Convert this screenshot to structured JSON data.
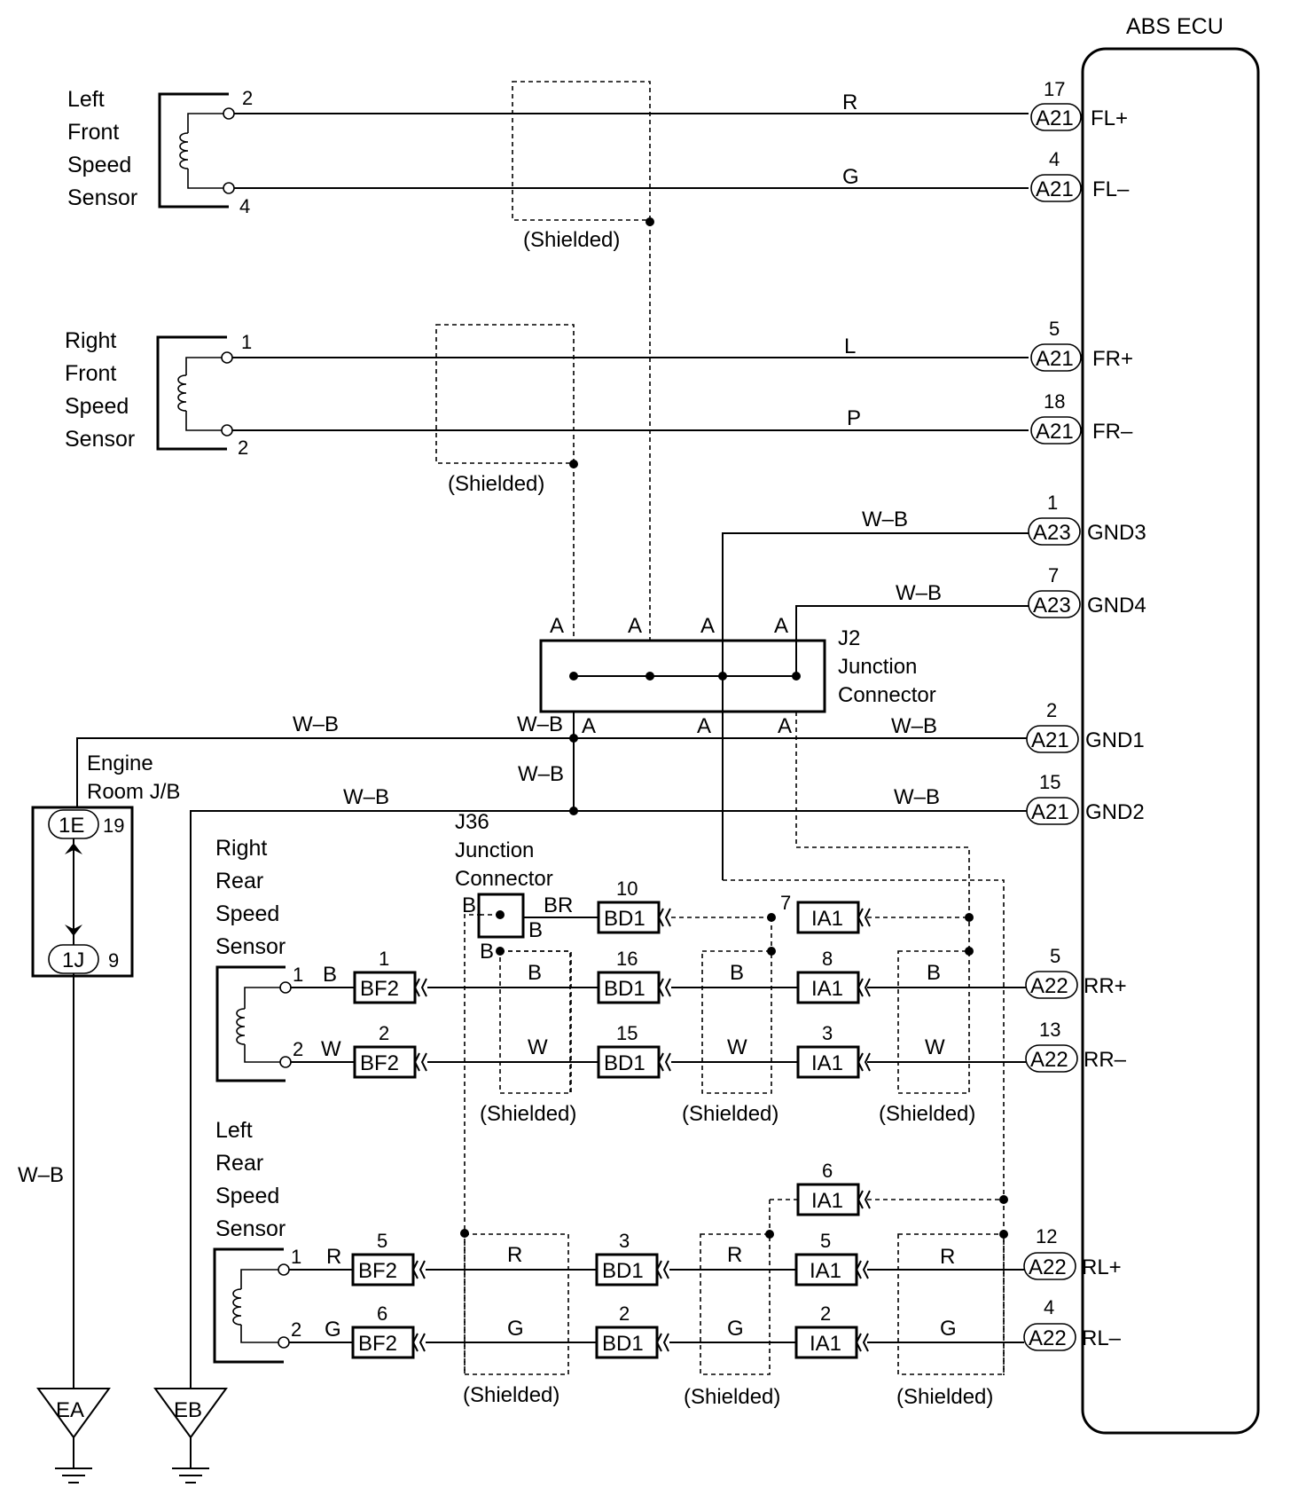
{
  "ecu": {
    "title": "ABS ECU"
  },
  "sensors": {
    "left_front": [
      "Left",
      "Front",
      "Speed",
      "Sensor"
    ],
    "right_front": [
      "Right",
      "Front",
      "Speed",
      "Sensor"
    ],
    "right_rear": [
      "Right",
      "Rear",
      "Speed",
      "Sensor"
    ],
    "left_rear": [
      "Left",
      "Rear",
      "Speed",
      "Sensor"
    ]
  },
  "sensor_pins": {
    "lf_top": "2",
    "lf_bot": "4",
    "rf_top": "1",
    "rf_bot": "2",
    "rr_top": "1",
    "rr_bot": "2",
    "rl_top": "1",
    "rl_bot": "2"
  },
  "ecu_pins": [
    {
      "conn": "A21",
      "num": "17",
      "name": "FL+"
    },
    {
      "conn": "A21",
      "num": "4",
      "name": "FL–"
    },
    {
      "conn": "A21",
      "num": "5",
      "name": "FR+"
    },
    {
      "conn": "A21",
      "num": "18",
      "name": "FR–"
    },
    {
      "conn": "A23",
      "num": "1",
      "name": "GND3"
    },
    {
      "conn": "A23",
      "num": "7",
      "name": "GND4"
    },
    {
      "conn": "A21",
      "num": "2",
      "name": "GND1"
    },
    {
      "conn": "A21",
      "num": "15",
      "name": "GND2"
    },
    {
      "conn": "A22",
      "num": "5",
      "name": "RR+"
    },
    {
      "conn": "A22",
      "num": "13",
      "name": "RR–"
    },
    {
      "conn": "A22",
      "num": "12",
      "name": "RL+"
    },
    {
      "conn": "A22",
      "num": "4",
      "name": "RL–"
    }
  ],
  "wire_colors": {
    "fl_plus": "R",
    "fl_minus": "G",
    "fr_plus": "L",
    "fr_minus": "P",
    "gnd3": "W–B",
    "gnd4": "W–B",
    "gnd1": "W–B",
    "gnd2": "W–B",
    "eng_top": "W–B",
    "j2_left": "W–B",
    "j2_down": "W–B",
    "gnd2_left": "W–B",
    "ea_down": "W–B",
    "rr_plus": "B",
    "rr_minus": "W",
    "rl_plus": "R",
    "rl_minus": "G",
    "j36_right": "BR",
    "j36_b1": "B",
    "j36_b2": "B",
    "j36_b3": "B"
  },
  "shielded": "(Shielded)",
  "j2": {
    "lines": [
      "J2",
      "Junction",
      "Connector"
    ],
    "pin": "A"
  },
  "j36": {
    "lines": [
      "J36",
      "Junction",
      "Connector"
    ]
  },
  "jb": {
    "lines": [
      "Engine",
      "Room J/B"
    ],
    "c1": "1E",
    "c1_pin": "19",
    "c2": "1J",
    "c2_pin": "9"
  },
  "connectors": {
    "bf2": "BF2",
    "bd1": "BD1",
    "ia1": "IA1",
    "bf2_pins": [
      "1",
      "2",
      "5",
      "6"
    ],
    "bd1_pins": [
      "10",
      "16",
      "15",
      "3",
      "2"
    ],
    "ia1_pins": [
      "7",
      "8",
      "3",
      "6",
      "5",
      "2"
    ]
  },
  "grounds": [
    "EA",
    "EB"
  ]
}
